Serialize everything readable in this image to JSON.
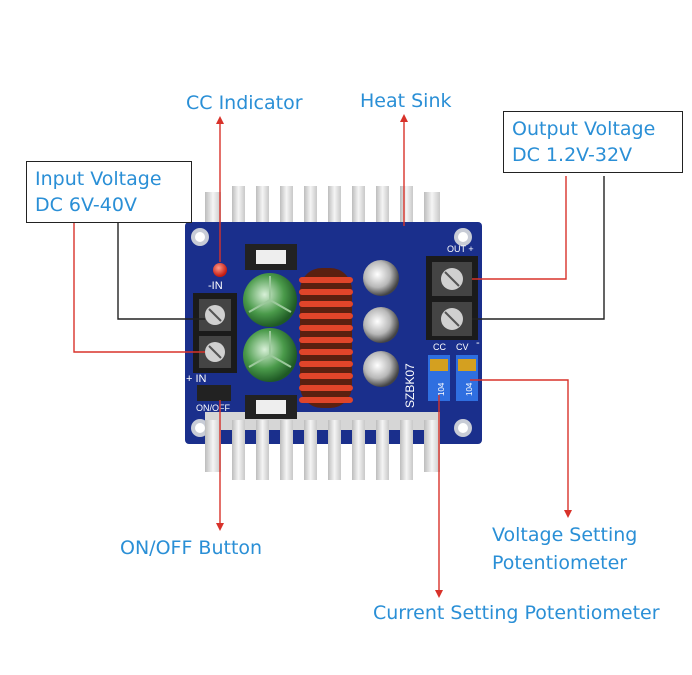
{
  "labels": {
    "cc_indicator": "CC Indicator",
    "heat_sink": "Heat Sink",
    "output_voltage_title": "Output Voltage",
    "output_voltage_range": "DC 1.2V-32V",
    "input_voltage_title": "Input Voltage",
    "input_voltage_range": "DC 6V-40V",
    "on_off_button": "ON/OFF Button",
    "voltage_setting_line1": "Voltage Setting",
    "voltage_setting_line2": "Potentiometer",
    "current_setting": "Current Setting Potentiometer"
  },
  "board_text": {
    "minus_in": "-IN",
    "plus_in": "+ IN",
    "on_off": "ON/OFF",
    "out_plus": "OUT +",
    "out_minus": "-",
    "cc": "CC",
    "cv": "CV",
    "model": "SZBK07",
    "pot_code": "104"
  },
  "colors": {
    "label_text": "#2a8fd6",
    "leader_red": "#d8322a",
    "leader_black": "#222222",
    "pcb_blue": "#1a2f8c",
    "heatsink": "#e4e4e4"
  }
}
